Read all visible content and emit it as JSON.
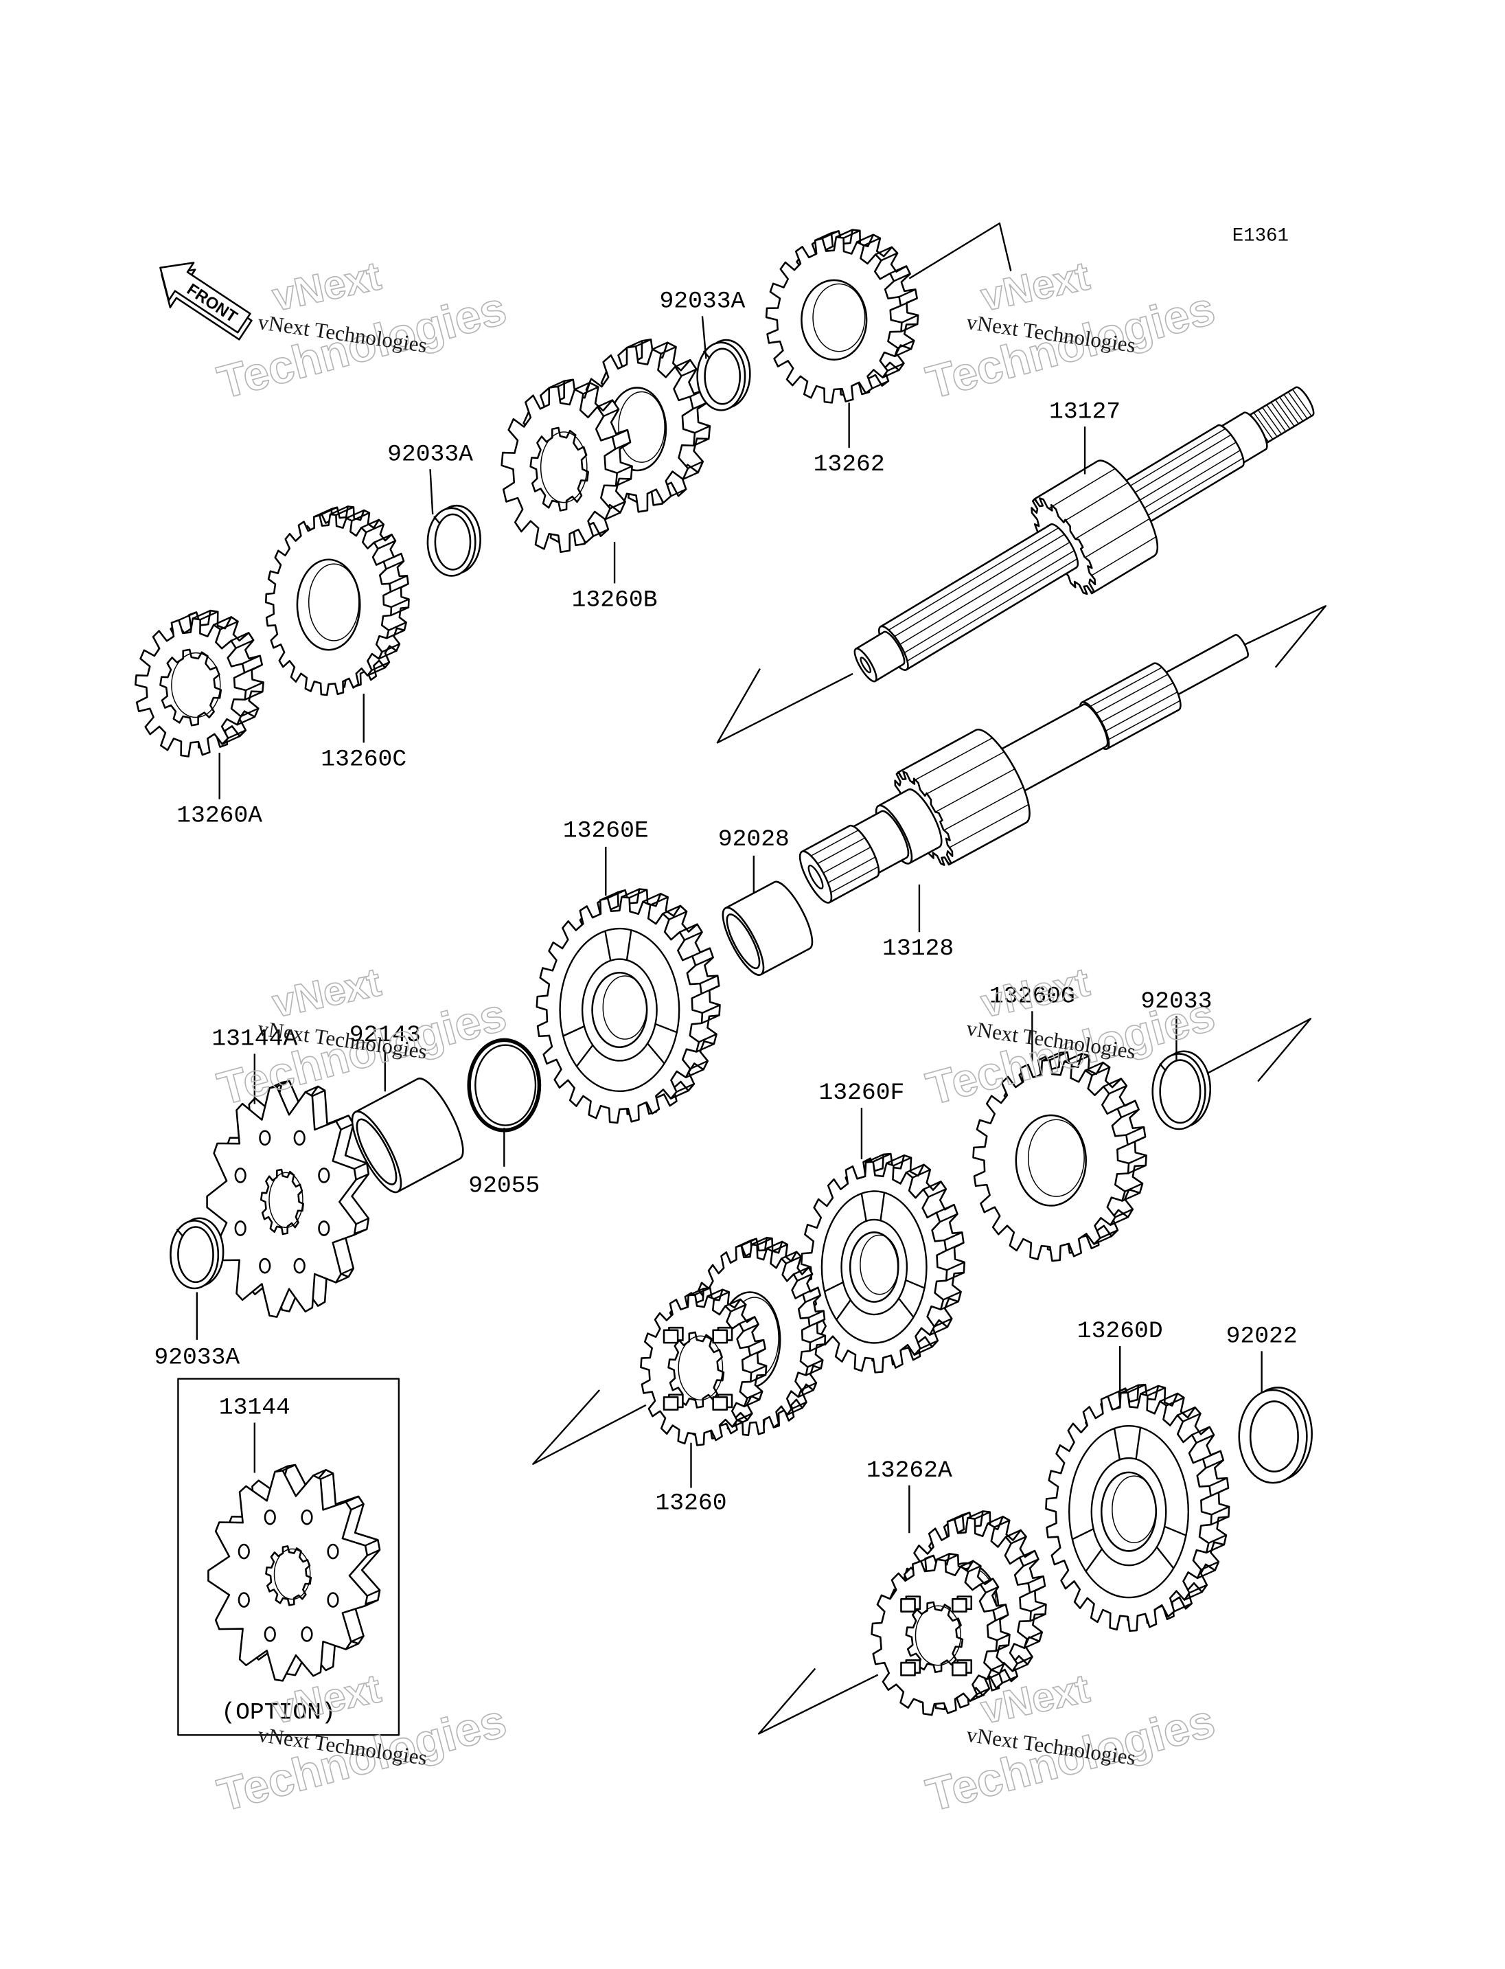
{
  "diagram": {
    "code": "E1361",
    "front_arrow": "FRONT",
    "option_box": "(OPTION)"
  },
  "watermark": {
    "caption": "vNext Technologies",
    "logo_top": "vNext",
    "logo_bottom": "Technologies"
  },
  "callouts": [
    "92033A",
    "13262",
    "13127",
    "92033A",
    "13260B",
    "13260C",
    "13260A",
    "13260E",
    "92028",
    "13128",
    "13260G",
    "92033",
    "13144A",
    "92143",
    "92055",
    "13260F",
    "92033A",
    "13144",
    "13260D",
    "92022",
    "13262A",
    "13260"
  ]
}
